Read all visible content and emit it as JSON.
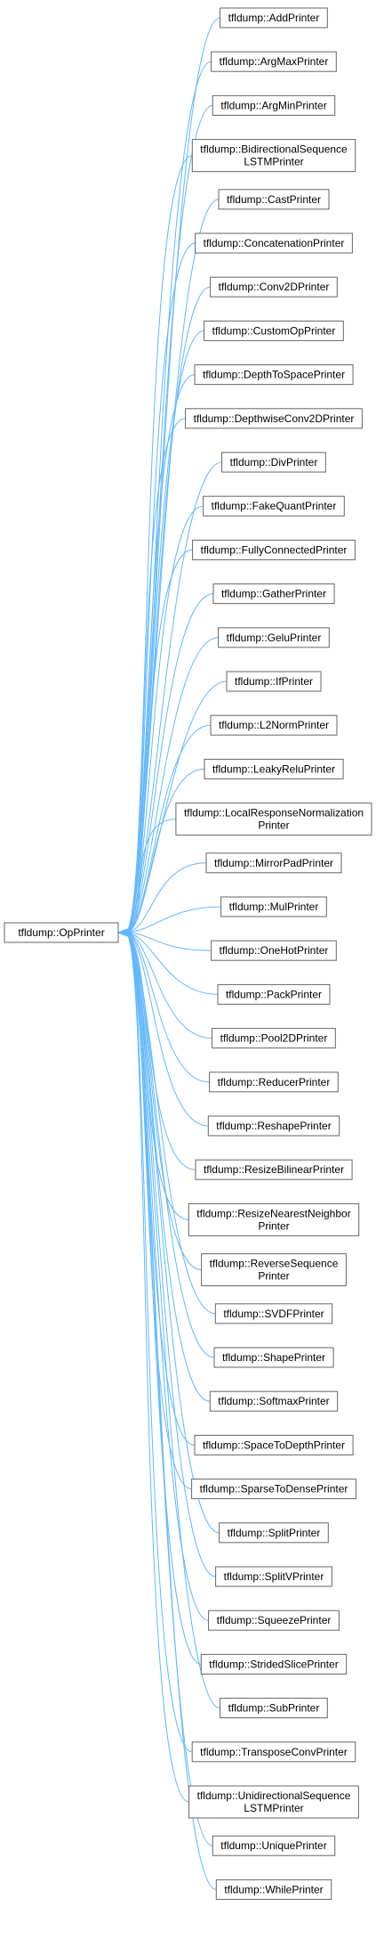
{
  "diagram": {
    "type": "inheritance-graph",
    "colors": {
      "edge": "#63b8ff",
      "node_border": "#666666",
      "node_fill": "#ffffff",
      "text": "#000000"
    },
    "base": {
      "label": "tfldump::OpPrinter"
    },
    "derived": [
      {
        "lines": [
          "tfldump::AddPrinter"
        ]
      },
      {
        "lines": [
          "tfldump::ArgMaxPrinter"
        ]
      },
      {
        "lines": [
          "tfldump::ArgMinPrinter"
        ]
      },
      {
        "lines": [
          "tfldump::BidirectionalSequence",
          "LSTMPrinter"
        ]
      },
      {
        "lines": [
          "tfldump::CastPrinter"
        ]
      },
      {
        "lines": [
          "tfldump::ConcatenationPrinter"
        ]
      },
      {
        "lines": [
          "tfldump::Conv2DPrinter"
        ]
      },
      {
        "lines": [
          "tfldump::CustomOpPrinter"
        ]
      },
      {
        "lines": [
          "tfldump::DepthToSpacePrinter"
        ]
      },
      {
        "lines": [
          "tfldump::DepthwiseConv2DPrinter"
        ]
      },
      {
        "lines": [
          "tfldump::DivPrinter"
        ]
      },
      {
        "lines": [
          "tfldump::FakeQuantPrinter"
        ]
      },
      {
        "lines": [
          "tfldump::FullyConnectedPrinter"
        ]
      },
      {
        "lines": [
          "tfldump::GatherPrinter"
        ]
      },
      {
        "lines": [
          "tfldump::GeluPrinter"
        ]
      },
      {
        "lines": [
          "tfldump::IfPrinter"
        ]
      },
      {
        "lines": [
          "tfldump::L2NormPrinter"
        ]
      },
      {
        "lines": [
          "tfldump::LeakyReluPrinter"
        ]
      },
      {
        "lines": [
          "tfldump::LocalResponseNormalization",
          "Printer"
        ]
      },
      {
        "lines": [
          "tfldump::MirrorPadPrinter"
        ]
      },
      {
        "lines": [
          "tfldump::MulPrinter"
        ]
      },
      {
        "lines": [
          "tfldump::OneHotPrinter"
        ]
      },
      {
        "lines": [
          "tfldump::PackPrinter"
        ]
      },
      {
        "lines": [
          "tfldump::Pool2DPrinter"
        ]
      },
      {
        "lines": [
          "tfldump::ReducerPrinter"
        ]
      },
      {
        "lines": [
          "tfldump::ReshapePrinter"
        ]
      },
      {
        "lines": [
          "tfldump::ResizeBilinearPrinter"
        ]
      },
      {
        "lines": [
          "tfldump::ResizeNearestNeighbor",
          "Printer"
        ]
      },
      {
        "lines": [
          "tfldump::ReverseSequence",
          "Printer"
        ]
      },
      {
        "lines": [
          "tfldump::SVDFPrinter"
        ]
      },
      {
        "lines": [
          "tfldump::ShapePrinter"
        ]
      },
      {
        "lines": [
          "tfldump::SoftmaxPrinter"
        ]
      },
      {
        "lines": [
          "tfldump::SpaceToDepthPrinter"
        ]
      },
      {
        "lines": [
          "tfldump::SparseToDensePrinter"
        ]
      },
      {
        "lines": [
          "tfldump::SplitPrinter"
        ]
      },
      {
        "lines": [
          "tfldump::SplitVPrinter"
        ]
      },
      {
        "lines": [
          "tfldump::SqueezePrinter"
        ]
      },
      {
        "lines": [
          "tfldump::StridedSlicePrinter"
        ]
      },
      {
        "lines": [
          "tfldump::SubPrinter"
        ]
      },
      {
        "lines": [
          "tfldump::TransposeConvPrinter"
        ]
      },
      {
        "lines": [
          "tfldump::UnidirectionalSequence",
          "LSTMPrinter"
        ]
      },
      {
        "lines": [
          "tfldump::UniquePrinter"
        ]
      },
      {
        "lines": [
          "tfldump::WhilePrinter"
        ]
      }
    ]
  }
}
